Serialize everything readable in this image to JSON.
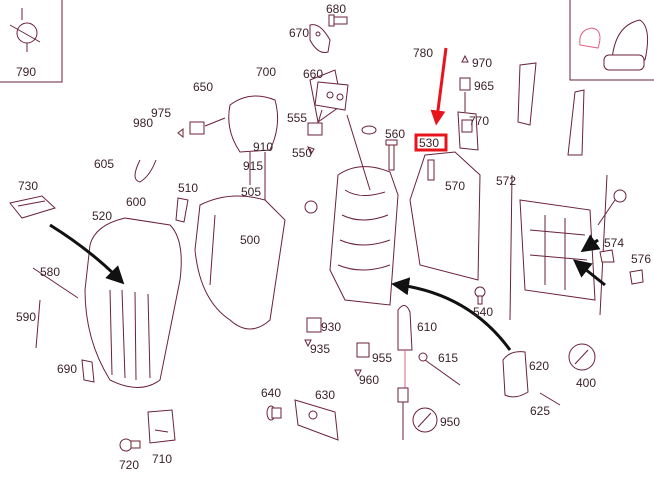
{
  "diagram": {
    "highlighted_part": "530",
    "highlight_color": "#e8141c",
    "line_color": "#6b2236",
    "labels": {
      "l790": "790",
      "l680": "680",
      "l670": "670",
      "l970": "970",
      "l965": "965",
      "l660": "660",
      "l780": "780",
      "l650": "650",
      "l700": "700",
      "l555": "555",
      "l560": "560",
      "l770": "770",
      "l980": "980",
      "l975": "975",
      "l910": "910",
      "l915": "915",
      "l550": "550",
      "l530": "530",
      "l605": "605",
      "l510": "510",
      "l505": "505",
      "l570": "570",
      "l572": "572",
      "l730": "730",
      "l600": "600",
      "l520": "520",
      "l500": "500",
      "l574": "574",
      "l576": "576",
      "l580": "580",
      "l540": "540",
      "l590": "590",
      "l930": "930",
      "l935": "935",
      "l610": "610",
      "l955": "955",
      "l960": "960",
      "l615": "615",
      "l620": "620",
      "l690": "690",
      "l400": "400",
      "l640": "640",
      "l630": "630",
      "l625": "625",
      "l950": "950",
      "l710": "710",
      "l720": "720"
    }
  }
}
